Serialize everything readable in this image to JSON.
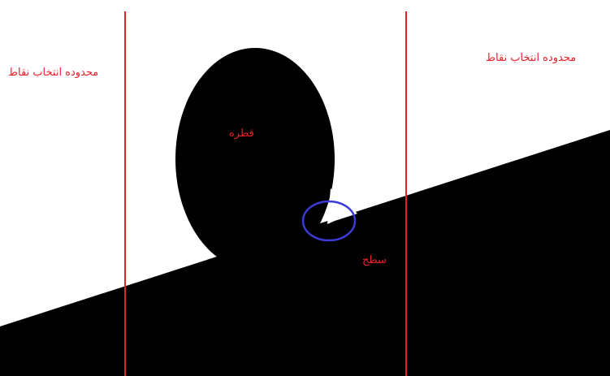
{
  "labels": {
    "selection_zone_left": "محدوده انتخاب نقاط",
    "selection_zone_right": "محدوده انتخاب نقاط",
    "drop": "قطره",
    "surface": "سطح"
  },
  "colors": {
    "background": "#ffffff",
    "shape_fill": "#000000",
    "boundary_line": "#e8202a",
    "contact_circle": "#3b3bd9",
    "label_text": "#e8202a"
  }
}
